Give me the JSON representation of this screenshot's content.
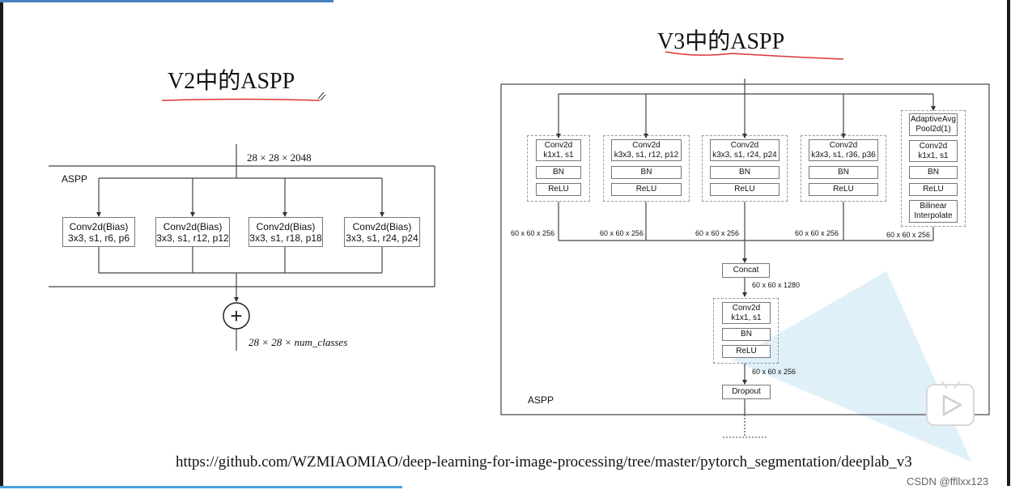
{
  "left": {
    "title": "V2中的ASPP",
    "input_label": "28 × 28 × 2048",
    "aspp_label": "ASPP",
    "branches": [
      {
        "line1": "Conv2d(Bias)",
        "line2": "3x3, s1, r6, p6"
      },
      {
        "line1": "Conv2d(Bias)",
        "line2": "3x3, s1, r12, p12"
      },
      {
        "line1": "Conv2d(Bias)",
        "line2": "3x3, s1, r18, p18"
      },
      {
        "line1": "Conv2d(Bias)",
        "line2": "3x3, s1, r24, p24"
      }
    ],
    "sum_symbol": "+",
    "output_label": "28 × 28 × num_classes"
  },
  "right": {
    "title": "V3中的ASPP",
    "aspp_label": "ASPP",
    "branches": [
      {
        "conv1": "Conv2d",
        "conv2": "k1x1, s1",
        "bn": "BN",
        "relu": "ReLU",
        "out": "60 x 60 x 256"
      },
      {
        "conv1": "Conv2d",
        "conv2": "k3x3, s1, r12, p12",
        "bn": "BN",
        "relu": "ReLU",
        "out": "60 x 60 x 256"
      },
      {
        "conv1": "Conv2d",
        "conv2": "k3x3, s1, r24, p24",
        "bn": "BN",
        "relu": "ReLU",
        "out": "60 x 60 x 256"
      },
      {
        "conv1": "Conv2d",
        "conv2": "k3x3, s1, r36, p36",
        "bn": "BN",
        "relu": "ReLU",
        "out": "60 x 60 x 256"
      }
    ],
    "pool_branch": {
      "pool1": "AdaptiveAvg",
      "pool2": "Pool2d(1)",
      "conv1": "Conv2d",
      "conv2": "k1x1, s1",
      "bn": "BN",
      "relu": "ReLU",
      "interp1": "Bilinear",
      "interp2": "Interpolate",
      "out": "60 x 60 x 256"
    },
    "concat": "Concat",
    "concat_out": "60 x 60 x 1280",
    "proj": {
      "conv1": "Conv2d",
      "conv2": "k1x1, s1",
      "bn": "BN",
      "relu": "ReLU"
    },
    "proj_out": "60 x 60 x 256",
    "dropout": "Dropout"
  },
  "footer": {
    "url": "https://github.com/WZMIAOMIAO/deep-learning-for-image-processing/tree/master/pytorch_segmentation/deeplab_v3",
    "watermark": "CSDN @ffllxx123"
  },
  "icons": [
    "play-logo-icon"
  ]
}
